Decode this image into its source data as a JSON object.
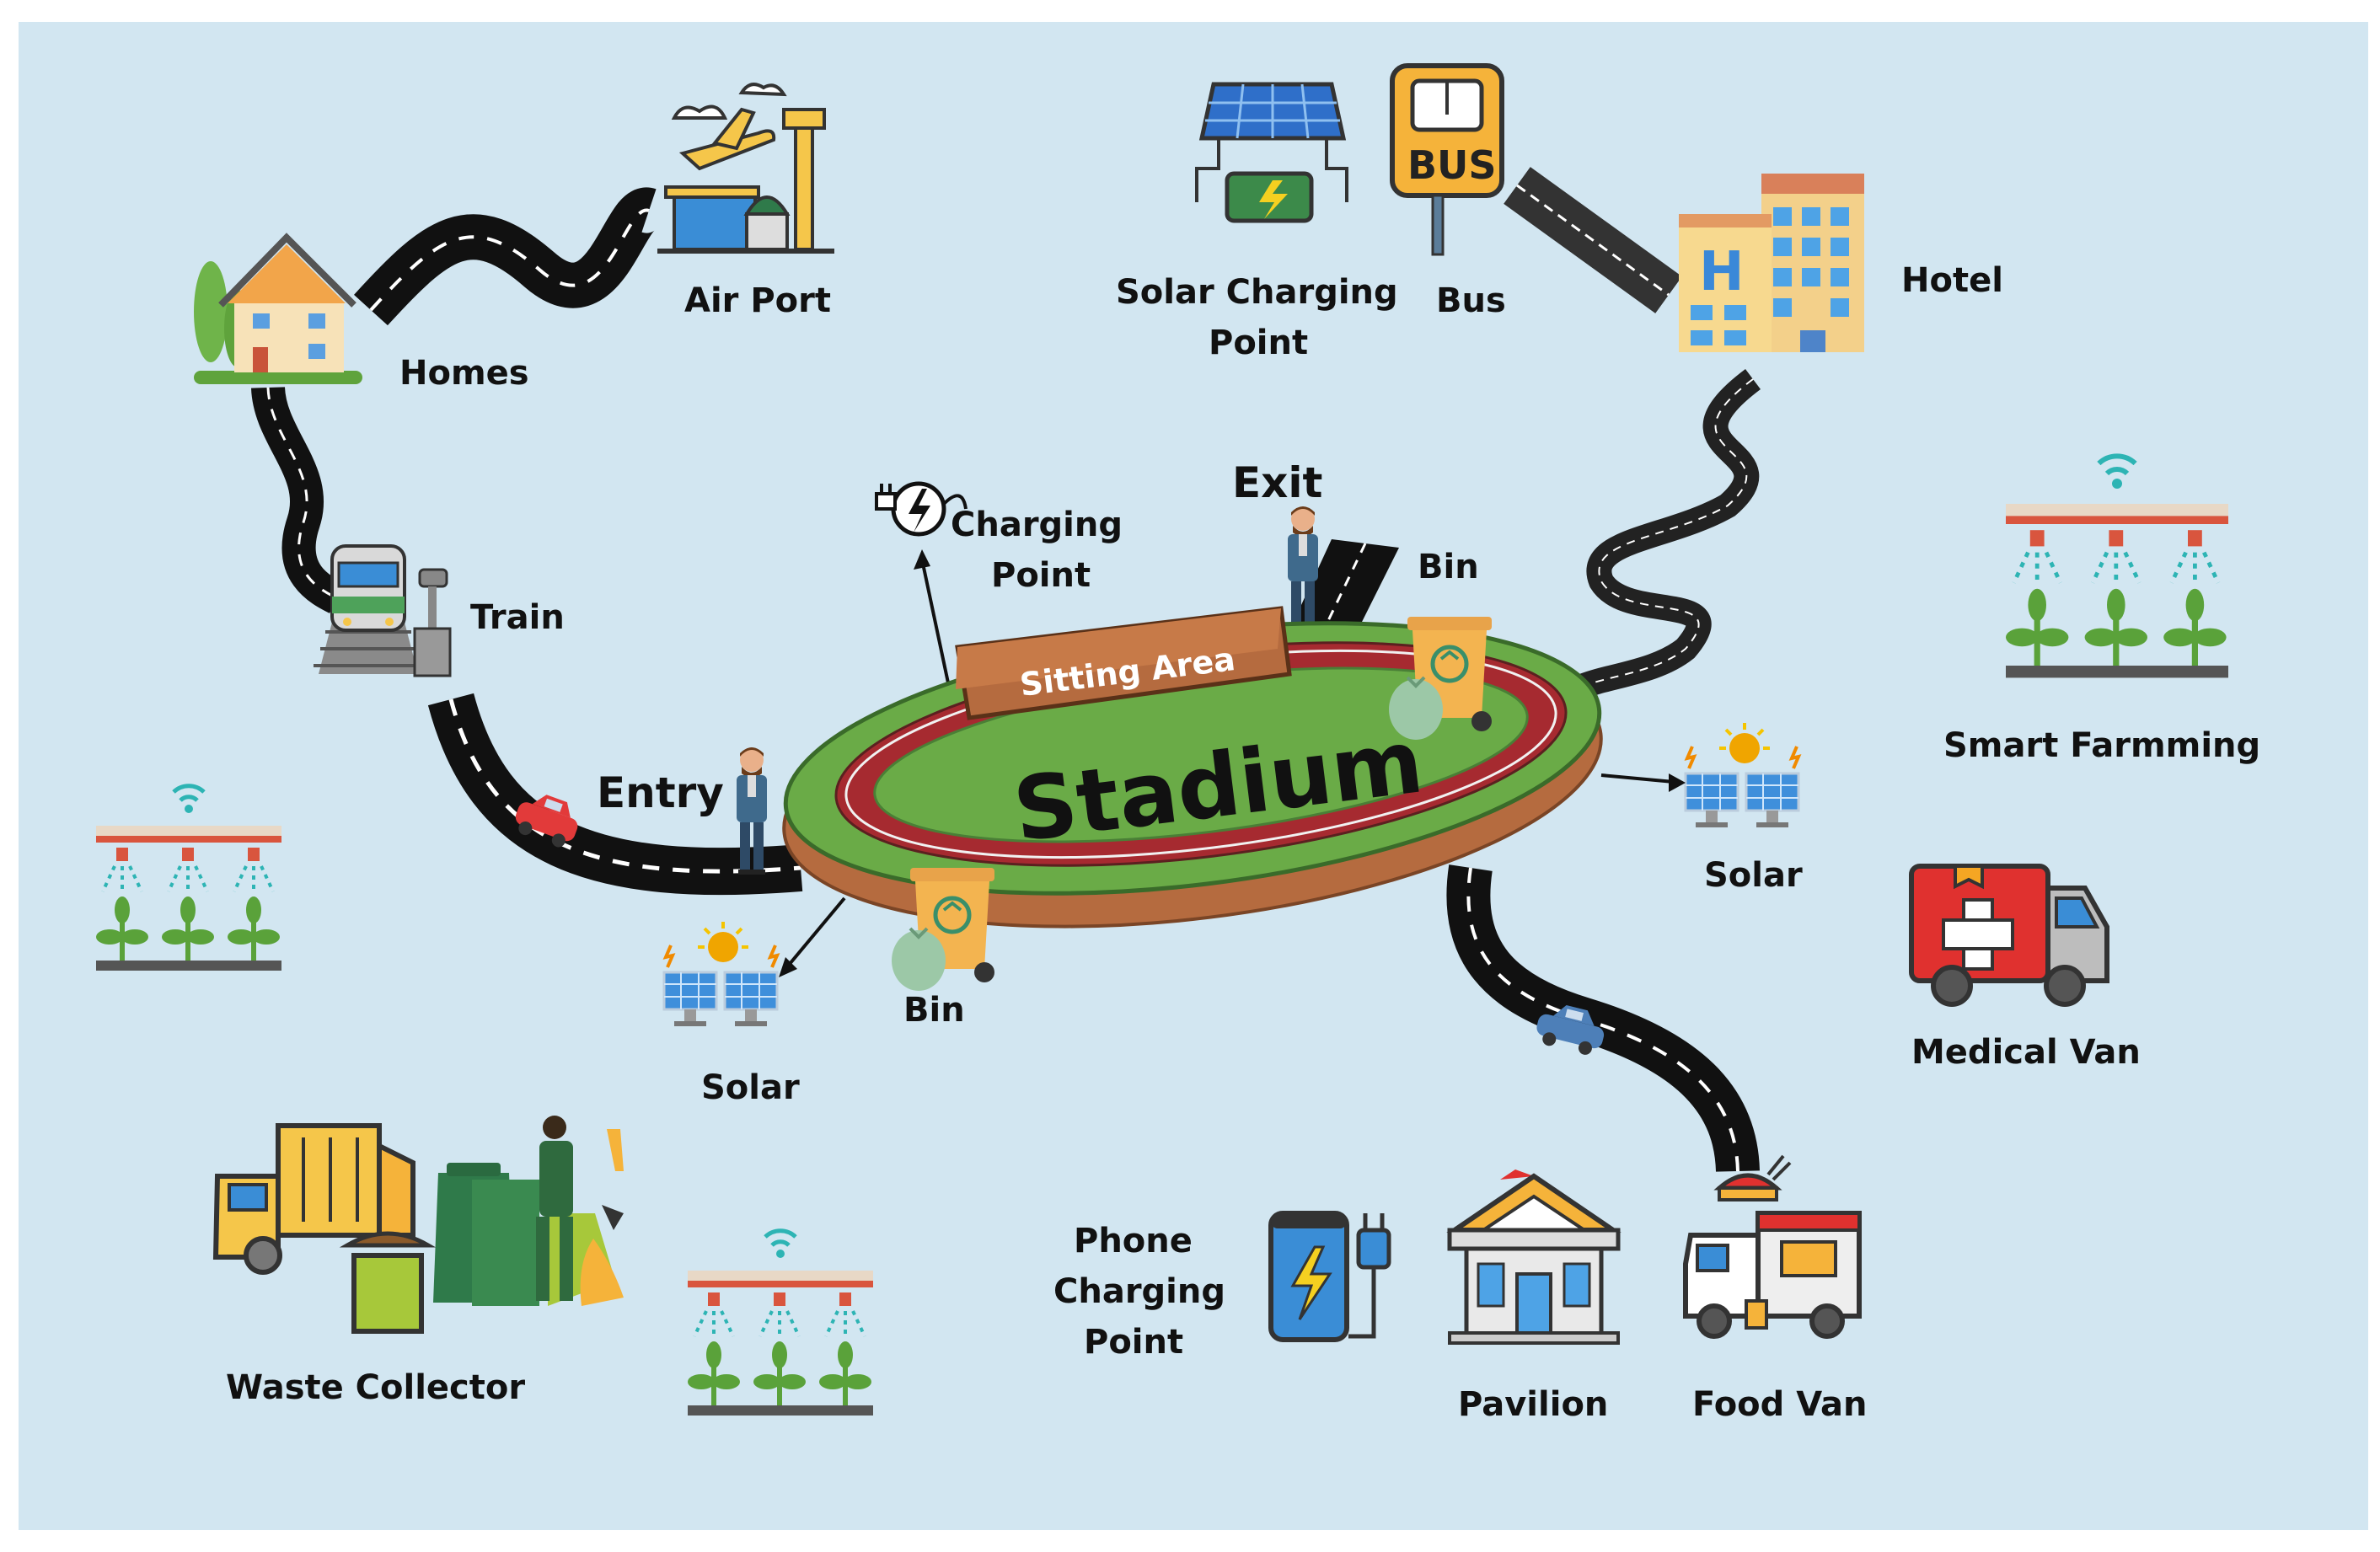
{
  "colors": {
    "background": "#d2e6f1",
    "road": "#111111",
    "grass": "#6aab47",
    "track": "#a62a30",
    "wall": "#b56b3f"
  },
  "labels": {
    "homes": "Homes",
    "airport": "Air Port",
    "solar_charging_1": "Solar Charging",
    "solar_charging_2": "Point",
    "bus": "Bus",
    "hotel": "Hotel",
    "exit": "Exit",
    "charging_1": "Charging",
    "charging_2": "Point",
    "bin_top": "Bin",
    "train": "Train",
    "sitting_area": "Sitting Area",
    "stadium": "Stadium",
    "entry": "Entry",
    "smart_farming": "Smart Farmming",
    "solar_right": "Solar",
    "bin_bottom": "Bin",
    "solar_left": "Solar",
    "medical_van": "Medical Van",
    "phone_charging_1": "Phone",
    "phone_charging_2": "Charging",
    "phone_charging_3": "Point",
    "pavilion": "Pavilion",
    "food_van": "Food Van",
    "waste_collector": "Waste Collector"
  },
  "icons": {
    "bus_sign_text": "BUS",
    "hotel_sign_text": "H"
  }
}
